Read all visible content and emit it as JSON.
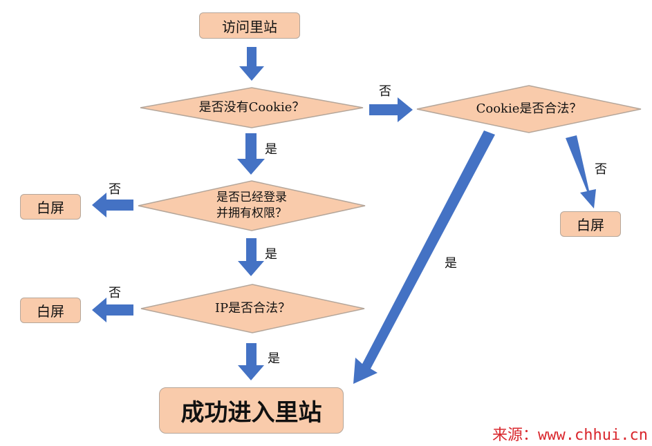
{
  "colors": {
    "node_fill": "#f9cbab",
    "node_border": "#b4a69a",
    "arrow": "#4472c4",
    "watermark": "#d9262c"
  },
  "nodes": {
    "start": "访问里站",
    "q_no_cookie": "是否没有Cookie？",
    "q_cookie_valid": "Cookie是否合法？",
    "q_logged_in_line1": "是否已经登录",
    "q_logged_in_line2": "并拥有权限？",
    "q_ip_valid": "IP是否合法？",
    "white_screen": "白屏",
    "success": "成功进入里站"
  },
  "edge_labels": {
    "yes": "是",
    "no": "否"
  },
  "watermark": "来源：www.chhui.cn"
}
